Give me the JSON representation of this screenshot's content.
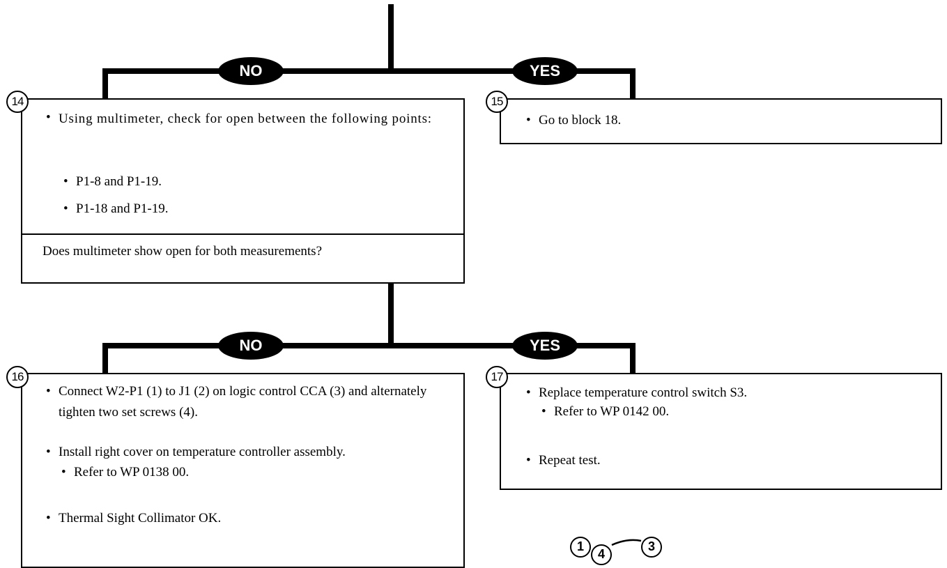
{
  "branches": {
    "top_no": "NO",
    "top_yes": "YES",
    "bottom_no": "NO",
    "bottom_yes": "YES"
  },
  "block14": {
    "number": "14",
    "line1": "Using multimeter, check for open between the following points:",
    "point1": "P1-8 and P1-19.",
    "point2": "P1-18 and P1-19.",
    "question": "Does multimeter show open for both measurements?"
  },
  "block15": {
    "number": "15",
    "line1": "Go to block 18."
  },
  "block16": {
    "number": "16",
    "line1": "Connect W2-P1 (1) to J1 (2) on logic control CCA (3) and alternately tighten two set screws (4).",
    "line2": "Install right cover on temperature controller assembly.",
    "line2_sub": "Refer to WP 0138 00.",
    "line3": "Thermal Sight Collimator OK."
  },
  "block17": {
    "number": "17",
    "line1": "Replace temperature control switch S3.",
    "line1_sub": "Refer to WP 0142 00.",
    "line2": "Repeat test."
  },
  "callouts": {
    "c1": "1",
    "c4": "4",
    "c3": "3"
  }
}
